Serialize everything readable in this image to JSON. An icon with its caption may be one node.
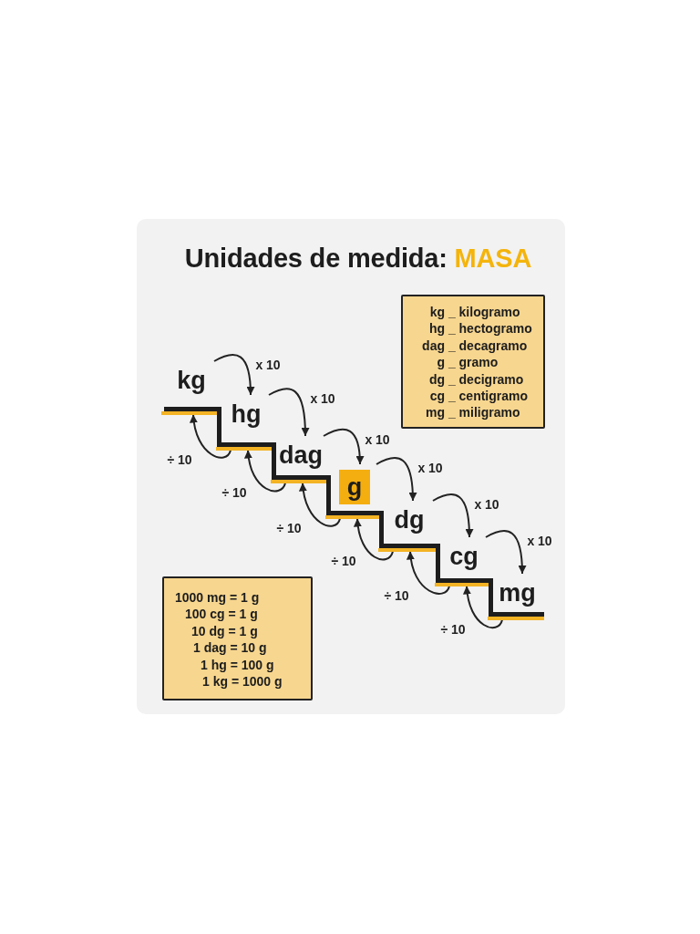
{
  "diagram": {
    "title": "Unidades de medida: MASA",
    "nodes": [
      {
        "text": [
          "kg _ kilogramo",
          "hg _ hectogramo",
          "dag _ decagramo",
          "g _ gramo",
          "dg _ decigramo",
          "cg _ centigramo",
          "mg _ miligramo"
        ]
      },
      {
        "text": [
          "kg"
        ]
      },
      {
        "text": [
          "hg"
        ]
      },
      {
        "text": [
          "dag"
        ]
      },
      {
        "text": [
          "g"
        ]
      },
      {
        "text": [
          "dg"
        ]
      },
      {
        "text": [
          "cg"
        ]
      },
      {
        "text": [
          "mg"
        ]
      },
      {
        "text": [
          "1000 mg = 1 g",
          "100 cg = 1 g",
          "10 dg = 1 g",
          "1 dag = 10 g",
          "1 hg = 100 g",
          "1 kg = 1000 g"
        ]
      }
    ],
    "edges": [
      {
        "from": 1,
        "to": 2,
        "arrow": "to",
        "label": "x 10"
      },
      {
        "from": 2,
        "to": 3,
        "arrow": "to",
        "label": "x 10"
      },
      {
        "from": 3,
        "to": 4,
        "arrow": "to",
        "label": "x 10"
      },
      {
        "from": 4,
        "to": 5,
        "arrow": "to",
        "label": "x 10"
      },
      {
        "from": 5,
        "to": 6,
        "arrow": "to",
        "label": "x 10"
      },
      {
        "from": 6,
        "to": 7,
        "arrow": "to",
        "label": "x 10"
      },
      {
        "from": 2,
        "to": 1,
        "arrow": "to",
        "label": "÷ 10"
      },
      {
        "from": 3,
        "to": 2,
        "arrow": "to",
        "label": "÷ 10"
      },
      {
        "from": 4,
        "to": 3,
        "arrow": "to",
        "label": "÷ 10"
      },
      {
        "from": 5,
        "to": 4,
        "arrow": "to",
        "label": "÷ 10"
      },
      {
        "from": 6,
        "to": 5,
        "arrow": "to",
        "label": "÷ 10"
      },
      {
        "from": 7,
        "to": 6,
        "arrow": "to",
        "label": "÷ 10"
      }
    ]
  }
}
